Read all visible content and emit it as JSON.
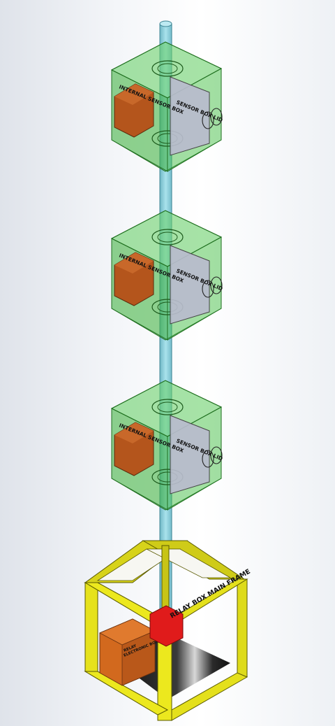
{
  "sensor_modules": [
    {
      "internal_box_label": "INTERNAL SENSOR BOX",
      "lid_label": "SENSOR BOX LID"
    },
    {
      "internal_box_label": "INTERNAL SENSOR BOX",
      "lid_label": "SENSOR BOX LID"
    },
    {
      "internal_box_label": "INTERNAL SENSOR BOX",
      "lid_label": "SENSOR BOX LID"
    }
  ],
  "relay_frame": {
    "frame_label": "RELAY BOX MAIN FRAME",
    "electronics_box_label_line1": "RELAY",
    "electronics_box_label_line2": "ELECTRONIC BOX"
  },
  "colors": {
    "pole": "#8fd0dc",
    "sensor_housing": "#46c046",
    "internal_box": "#b4551c",
    "lid": "#b4b6c8",
    "frame": "#e6e21c",
    "relay_box": "#d2691e",
    "connector": "#e01b1b"
  }
}
